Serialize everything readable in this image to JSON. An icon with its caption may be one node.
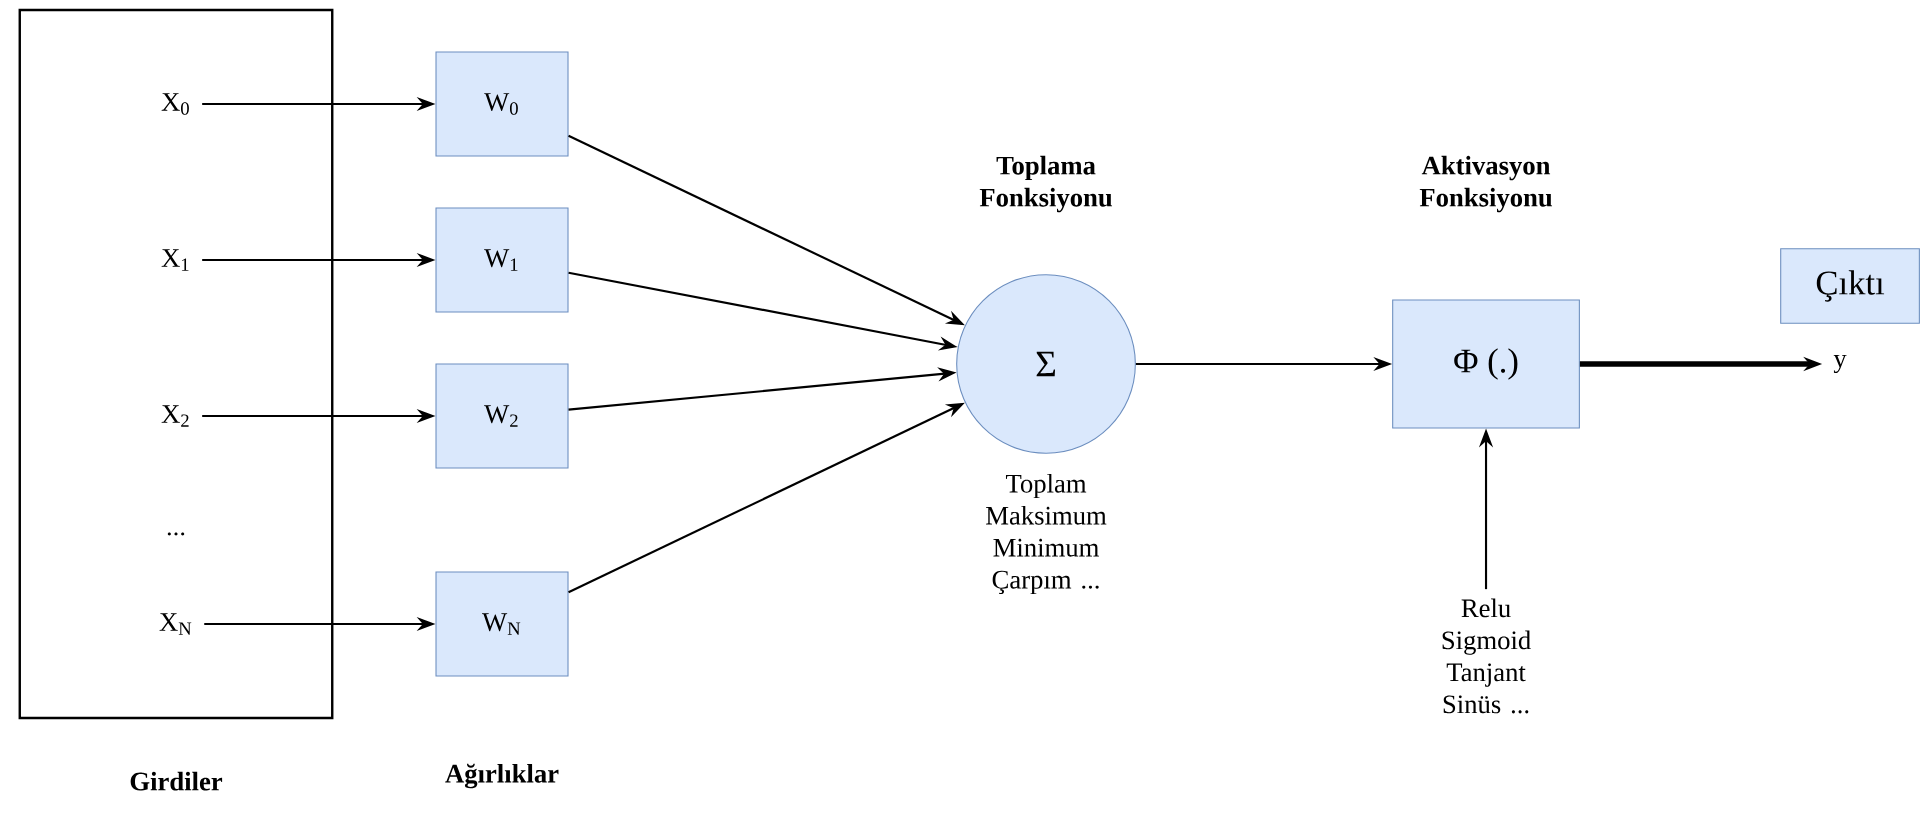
{
  "diagram": {
    "nodes": [
      {
        "text": [
          "Girdiler"
        ]
      },
      {
        "text": [
          "X$_{0}$"
        ],
        "in": 0
      },
      {
        "text": [
          "X$_{1}$"
        ],
        "in": 0
      },
      {
        "text": [
          "X$_{2}$"
        ],
        "in": 0
      },
      {
        "text": [
          "X$_{N}$"
        ],
        "in": 0
      },
      {
        "text": [
          "W$_{0}$"
        ]
      },
      {
        "text": [
          "W$_{1}$"
        ]
      },
      {
        "text": [
          "W$_{2}$"
        ]
      },
      {
        "text": [
          "W$_{N}$"
        ]
      },
      {
        "text": [
          "Toplama Fonksiyonu",
          "Σ"
        ],
        "beside": [
          "Toplam Maksimum Minimum Çarpım ..."
        ]
      },
      {
        "text": [
          "Aktivasyon Fonksiyonu",
          "Φ (.)"
        ]
      },
      {
        "text": [
          "Relu Sigmoid Tanjant Sinüs ..."
        ]
      },
      {
        "text": [
          "Çıktı"
        ]
      },
      {
        "text": [
          "y"
        ]
      }
    ],
    "edges": [
      {
        "from": 1,
        "to": 5,
        "arrow": "to"
      },
      {
        "from": 2,
        "to": 6,
        "arrow": "to"
      },
      {
        "from": 3,
        "to": 7,
        "arrow": "to"
      },
      {
        "from": 4,
        "to": 8,
        "arrow": "to"
      },
      {
        "from": 5,
        "to": 9,
        "arrow": "to"
      },
      {
        "from": 6,
        "to": 9,
        "arrow": "to"
      },
      {
        "from": 7,
        "to": 9,
        "arrow": "to"
      },
      {
        "from": 8,
        "to": 9,
        "arrow": "to"
      },
      {
        "from": 9,
        "to": 10,
        "arrow": "to"
      },
      {
        "from": 11,
        "to": 10,
        "arrow": "to"
      },
      {
        "from": 10,
        "to": 13,
        "arrow": "to",
        "style": "thick"
      }
    ],
    "labels": [
      "...",
      "Ağırlıklar"
    ]
  }
}
